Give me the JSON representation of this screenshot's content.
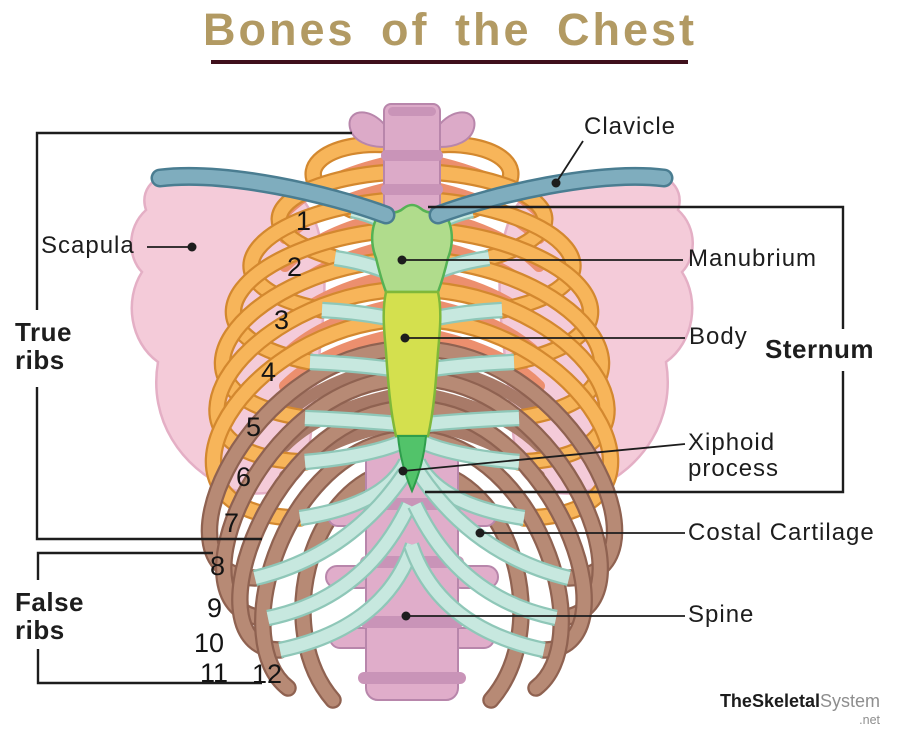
{
  "title": {
    "text": "Bones of the Chest"
  },
  "labels": {
    "clavicle": "Clavicle",
    "scapula": "Scapula",
    "manubrium": "Manubrium",
    "body": "Body",
    "sternum": "Sternum",
    "xiphoid_process": "Xiphoid process",
    "costal_cartilage": "Costal Cartilage",
    "spine": "Spine",
    "true_ribs": "True ribs",
    "false_ribs": "False ribs"
  },
  "rib_numbers": [
    "1",
    "2",
    "3",
    "4",
    "5",
    "6",
    "7",
    "8",
    "9",
    "10",
    "11",
    "12"
  ],
  "watermark": {
    "brand_bold": "TheSkeletal",
    "brand_light": "System",
    "suffix": ".net"
  },
  "colors": {
    "title": "#b29a63",
    "title_underline": "#3f101c",
    "true_rib": "#f7b55a",
    "true_rib_edge": "#d3882f",
    "false_rib": "#b78a75",
    "false_rib_edge": "#8f6251",
    "rib_posterior": "#ec8f6e",
    "rib_posterior_low": "#a87a68",
    "cartilage": "#c7e8df",
    "cartilage_edge": "#8fc7b8",
    "clavicle": "#7fadbe",
    "clavicle_edge": "#4a7d91",
    "scapula": "#f4c9d8",
    "scapula_edge": "#e3abc2",
    "spine_bone": "#dcaac8",
    "spine_bone_low": "#e0adca",
    "spine_band": "#c994b8",
    "spine_edge": "#b886ab",
    "manubrium": "#b0dc8c",
    "manubrium_edge": "#55b254",
    "sternum_body": "#d4e04e",
    "sternum_body_edge": "#7fb83a",
    "xiphoid": "#52c36a",
    "xiphoid_edge": "#2e9e4c",
    "annotation_line": "#1d1d1d"
  }
}
